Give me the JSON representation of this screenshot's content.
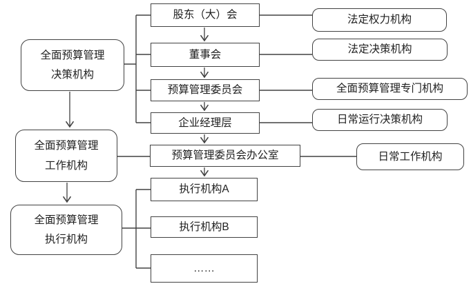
{
  "colors": {
    "stroke": "#404040",
    "text": "#1f1f1f",
    "background": "#ffffff"
  },
  "nodes": {
    "left": [
      {
        "line1": "全面预算管理",
        "line2": "决策机构"
      },
      {
        "line1": "全面预算管理",
        "line2": "工作机构"
      },
      {
        "line1": "全面预算管理",
        "line2": "执行机构"
      }
    ],
    "middle": [
      {
        "label": "股东（大）会"
      },
      {
        "label": "董事会"
      },
      {
        "label": "预算管理委员会"
      },
      {
        "label": "企业经理层"
      },
      {
        "label": "预算管理委员会办公室"
      },
      {
        "label": "执行机构A"
      },
      {
        "label": "执行机构B"
      },
      {
        "label": "……"
      }
    ],
    "right": [
      {
        "label": "法定权力机构"
      },
      {
        "label": "法定决策机构"
      },
      {
        "label": "全面预算管理专门机构"
      },
      {
        "label": "日常运行决策机构"
      },
      {
        "label": "日常工作机构"
      }
    ]
  }
}
